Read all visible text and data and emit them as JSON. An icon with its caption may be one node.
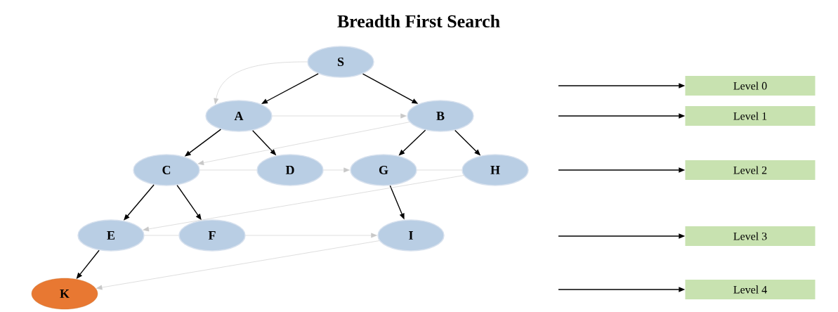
{
  "diagram": {
    "title": "Breadth First Search",
    "nodes": [
      {
        "text": [
          "S"
        ]
      },
      {
        "text": [
          "A"
        ]
      },
      {
        "text": [
          "B"
        ]
      },
      {
        "text": [
          "C"
        ]
      },
      {
        "text": [
          "D"
        ]
      },
      {
        "text": [
          "G"
        ]
      },
      {
        "text": [
          "H"
        ]
      },
      {
        "text": [
          "E"
        ]
      },
      {
        "text": [
          "F"
        ]
      },
      {
        "text": [
          "I"
        ]
      },
      {
        "text": [
          "K"
        ]
      },
      {
        "text": [
          "Level 0"
        ]
      },
      {
        "text": [
          "Level 1"
        ]
      },
      {
        "text": [
          "Level 2"
        ]
      },
      {
        "text": [
          "Level 3"
        ]
      },
      {
        "text": [
          "Level 4"
        ]
      }
    ],
    "edges": [
      {
        "from": 0,
        "to": 1,
        "arrow": "to"
      },
      {
        "from": 0,
        "to": 2,
        "arrow": "to"
      },
      {
        "from": 1,
        "to": 3,
        "arrow": "to"
      },
      {
        "from": 1,
        "to": 4,
        "arrow": "to"
      },
      {
        "from": 2,
        "to": 5,
        "arrow": "to"
      },
      {
        "from": 2,
        "to": 6,
        "arrow": "to"
      },
      {
        "from": 3,
        "to": 7,
        "arrow": "to"
      },
      {
        "from": 3,
        "to": 8,
        "arrow": "to"
      },
      {
        "from": 5,
        "to": 9,
        "arrow": "to"
      },
      {
        "from": 7,
        "to": 10,
        "arrow": "to"
      },
      {
        "from": 0,
        "to": 1,
        "arrow": "to",
        "color": "#c8c8c8"
      },
      {
        "from": 1,
        "to": 2,
        "arrow": "to",
        "color": "#c8c8c8"
      },
      {
        "from": 2,
        "to": 3,
        "arrow": "to",
        "color": "#c8c8c8"
      },
      {
        "from": 3,
        "to": 4,
        "arrow": "none",
        "color": "#c8c8c8"
      },
      {
        "from": 4,
        "to": 5,
        "arrow": "to",
        "color": "#c8c8c8"
      },
      {
        "from": 5,
        "to": 6,
        "arrow": "none",
        "color": "#c8c8c8"
      },
      {
        "from": 6,
        "to": 7,
        "arrow": "to",
        "color": "#c8c8c8"
      },
      {
        "from": 7,
        "to": 8,
        "arrow": "none",
        "color": "#c8c8c8"
      },
      {
        "from": 8,
        "to": 9,
        "arrow": "to",
        "color": "#c8c8c8"
      },
      {
        "from": 9,
        "to": 10,
        "arrow": "to",
        "color": "#c8c8c8"
      },
      {
        "from": null,
        "to": 11,
        "arrow": "to"
      },
      {
        "from": null,
        "to": 12,
        "arrow": "to"
      },
      {
        "from": null,
        "to": 13,
        "arrow": "to"
      },
      {
        "from": null,
        "to": 14,
        "arrow": "to"
      },
      {
        "from": null,
        "to": 15,
        "arrow": "to"
      }
    ]
  }
}
